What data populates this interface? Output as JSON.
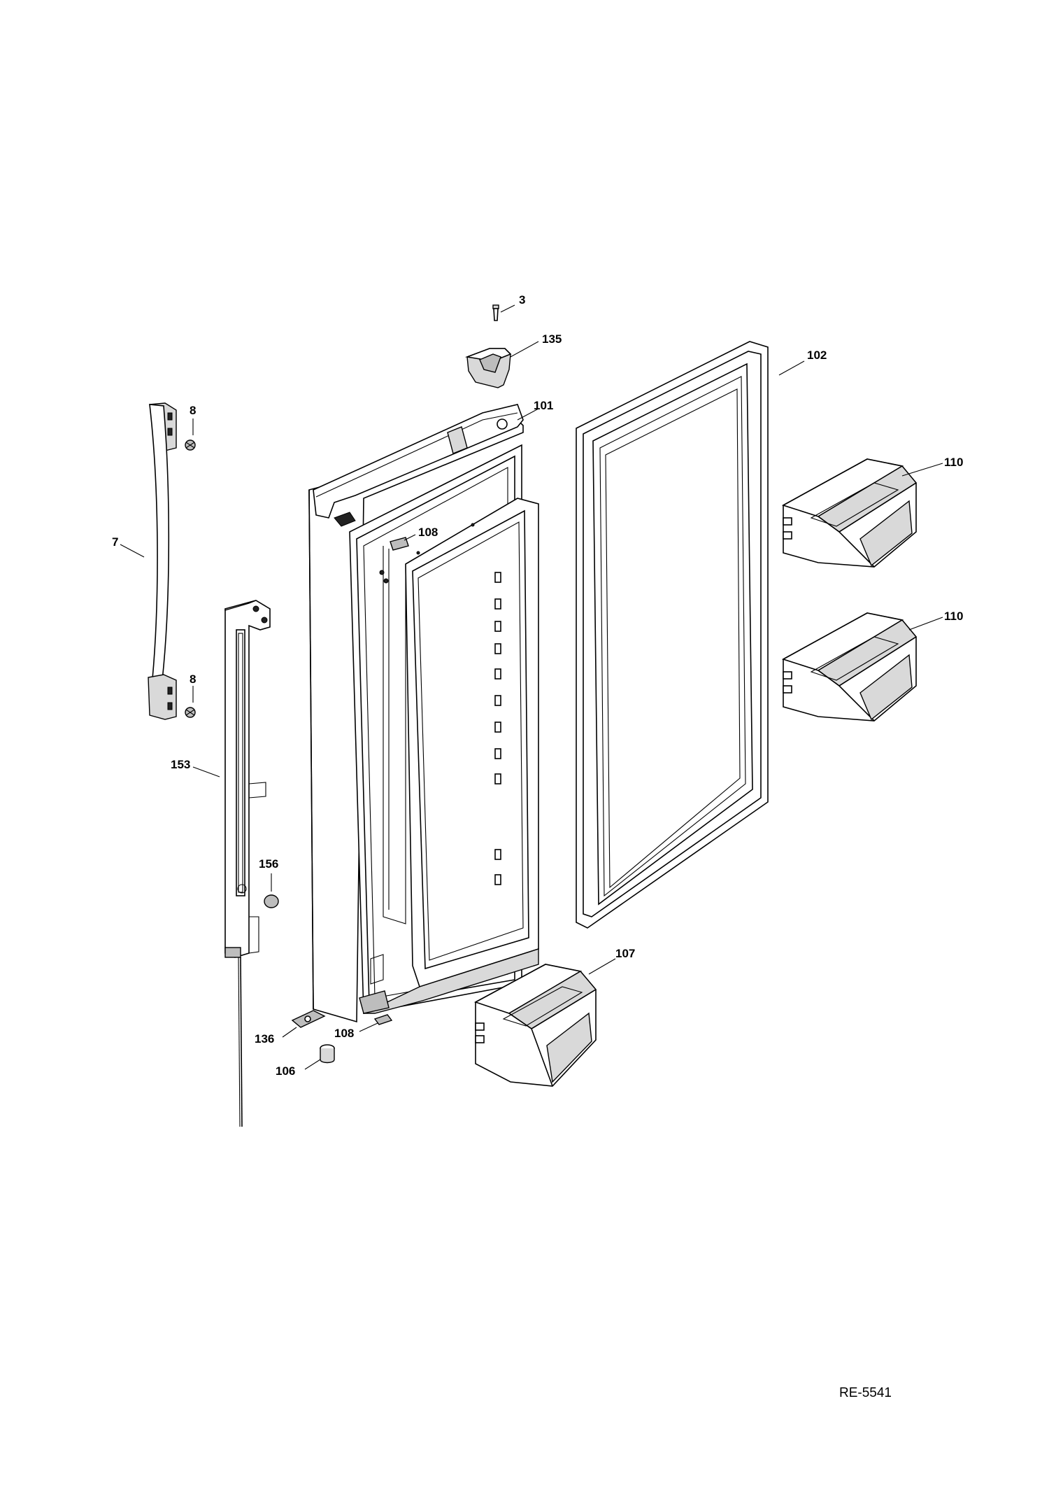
{
  "labels": {
    "p3": "3",
    "p135": "135",
    "p102": "102",
    "p101": "101",
    "p8a": "8",
    "p8b": "8",
    "p7": "7",
    "p108a": "108",
    "p110a": "110",
    "p110b": "110",
    "p153": "153",
    "p156": "156",
    "p107": "107",
    "p136": "136",
    "p108b": "108",
    "p106": "106"
  },
  "doc_id": "RE-5541"
}
